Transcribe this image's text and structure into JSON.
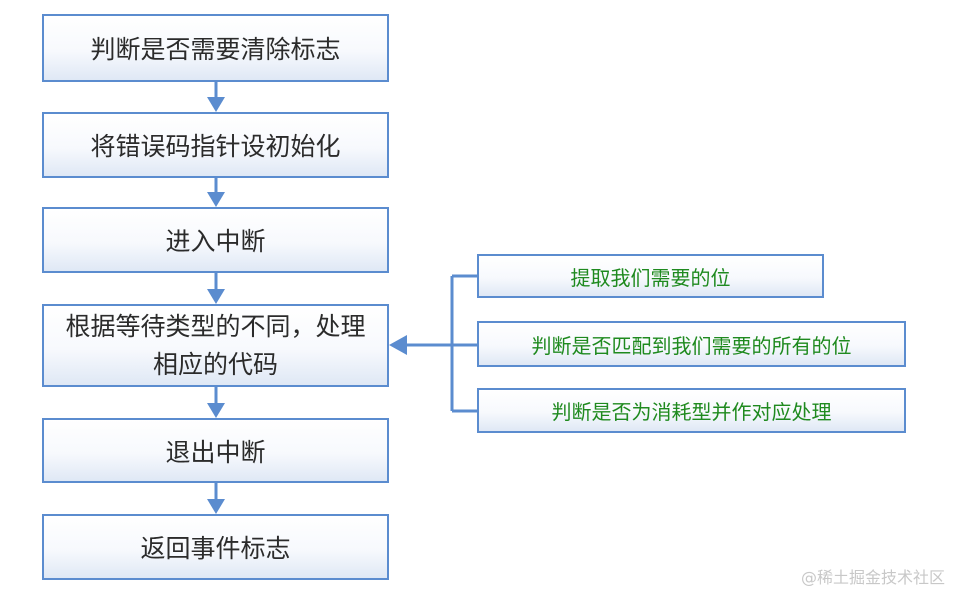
{
  "main_steps": [
    "判断是否需要清除标志",
    "将错误码指针设初始化",
    "进入中断",
    "根据等待类型的不同，处理相应的代码",
    "退出中断",
    "返回事件标志"
  ],
  "side_notes": [
    "提取我们需要的位",
    "判断是否匹配到我们需要的所有的位",
    "判断是否为消耗型并作对应处理"
  ],
  "watermark": "@稀土掘金技术社区",
  "colors": {
    "border": "#5b8ccf",
    "arrow": "#5b8ccf",
    "side_text": "#1f8a1f",
    "main_text": "#2b2b2b"
  }
}
